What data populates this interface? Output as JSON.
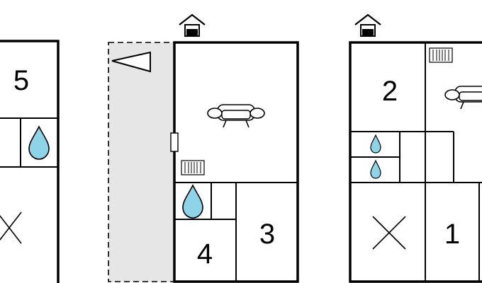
{
  "colors": {
    "wall": "#000000",
    "terrace_fill": "#e6e6e6",
    "water": "#8fd3e8",
    "background": "#ffffff"
  },
  "icons": [
    "sofa-icon",
    "radiator-icon",
    "water-drop-icon",
    "bed-cross-icon",
    "house-entrance-icon",
    "compass-arrow-icon",
    "door-icon"
  ],
  "floorplans": [
    {
      "name": "left",
      "room_labels": [
        "5"
      ]
    },
    {
      "name": "middle",
      "room_labels": [
        "4",
        "3"
      ]
    },
    {
      "name": "right",
      "room_labels": [
        "2",
        "1"
      ]
    }
  ]
}
